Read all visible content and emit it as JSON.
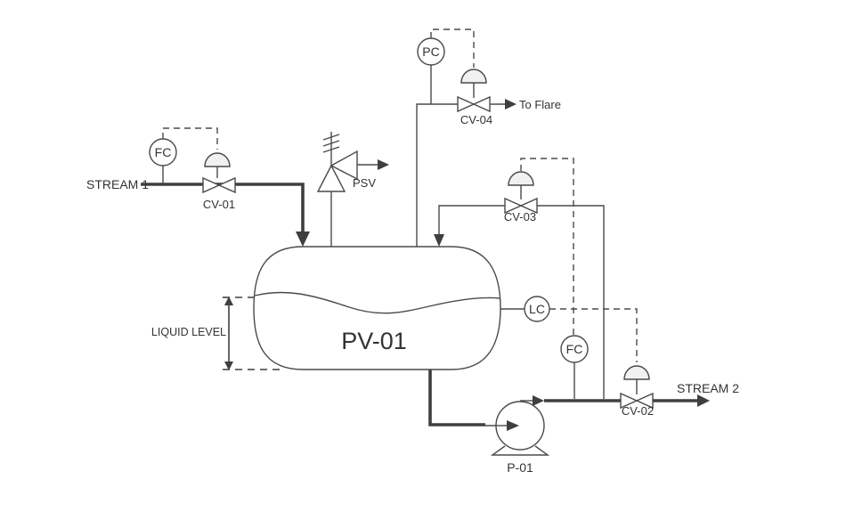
{
  "diagram_type": "process-flow-diagram",
  "colors": {
    "line": "#3f3f3f",
    "thin_line": "#4a4a4a",
    "text": "#333333",
    "background": "#ffffff",
    "actuator_fill": "#f1f1f1"
  },
  "vessel": {
    "tag": "PV-01"
  },
  "pump": {
    "tag": "P-01"
  },
  "relief_valve": {
    "tag": "PSV"
  },
  "streams": {
    "inlet_label": "STREAM 1",
    "outlet_label": "STREAM 2",
    "flare_label": "To Flare"
  },
  "control_valves": {
    "cv01": {
      "tag": "CV-01"
    },
    "cv02": {
      "tag": "CV-02"
    },
    "cv03": {
      "tag": "CV-03"
    },
    "cv04": {
      "tag": "CV-04"
    }
  },
  "instruments": {
    "inlet_flow_controller": {
      "tag": "FC"
    },
    "pressure_controller": {
      "tag": "PC"
    },
    "level_controller": {
      "tag": "LC"
    },
    "outlet_flow_controller": {
      "tag": "FC"
    }
  },
  "annotations": {
    "liquid_level": "LIQUID LEVEL"
  }
}
